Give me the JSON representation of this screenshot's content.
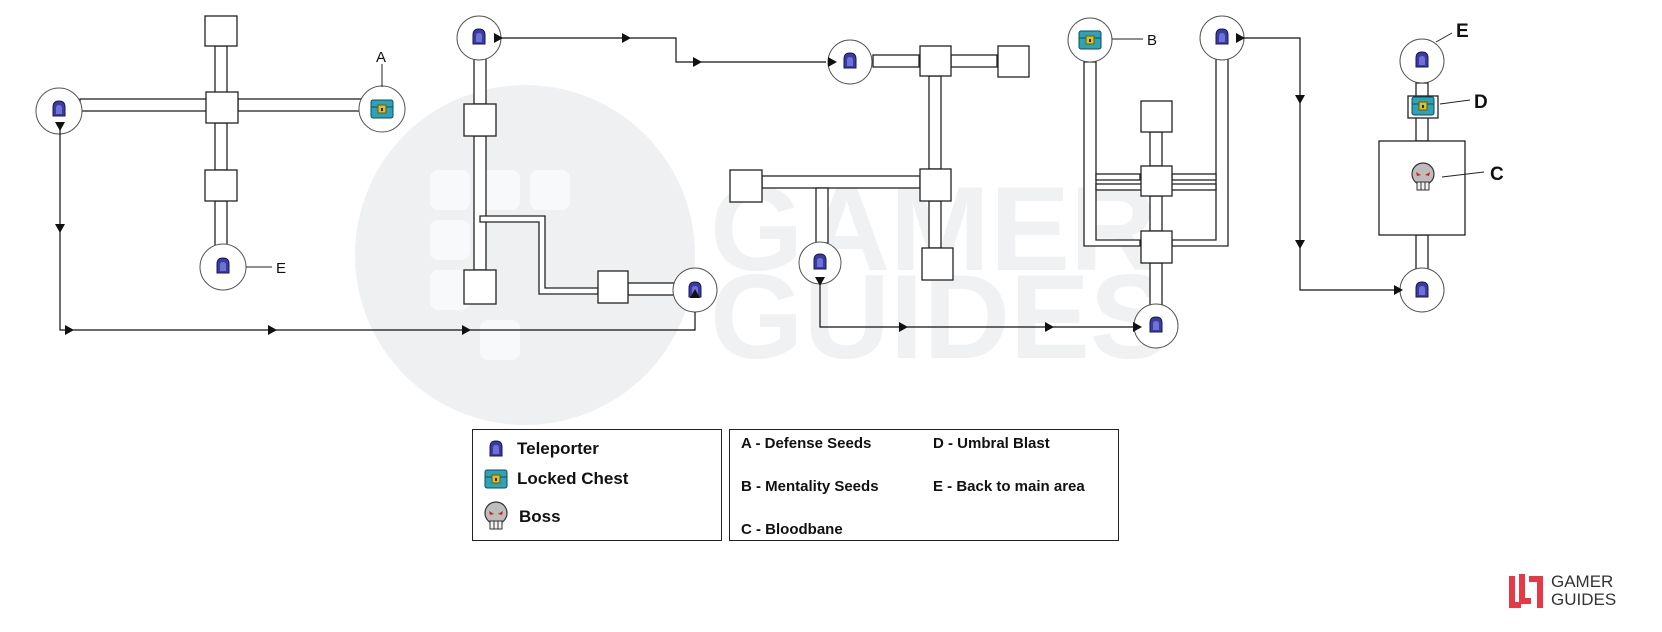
{
  "map": {
    "labels": {
      "a": "A",
      "b": "B",
      "c": "C",
      "d": "D",
      "e_first": "E",
      "e_last": "E"
    }
  },
  "legend": {
    "icons": [
      {
        "label": "Teleporter",
        "icon": "teleporter-icon"
      },
      {
        "label": "Locked Chest",
        "icon": "locked-chest-icon"
      },
      {
        "label": "Boss",
        "icon": "boss-skull-icon"
      }
    ],
    "keys": [
      {
        "text": "A - Defense Seeds"
      },
      {
        "text": "B - Mentality Seeds"
      },
      {
        "text": "C - Bloodbane"
      },
      {
        "text": "D - Umbral Blast"
      },
      {
        "text": "E - Back to main area"
      }
    ]
  },
  "watermark": {
    "text": "GAMER GUIDES"
  },
  "brand": {
    "line1": "GAMER",
    "line2": "GUIDES"
  },
  "colors": {
    "teleporter": "#3b3d9e",
    "chest_body": "#2ea3b8",
    "chest_lock": "#e0c020",
    "skull_eyes": "#cc2222",
    "brand_red": "#e63946",
    "watermark": "#eef0f2"
  }
}
